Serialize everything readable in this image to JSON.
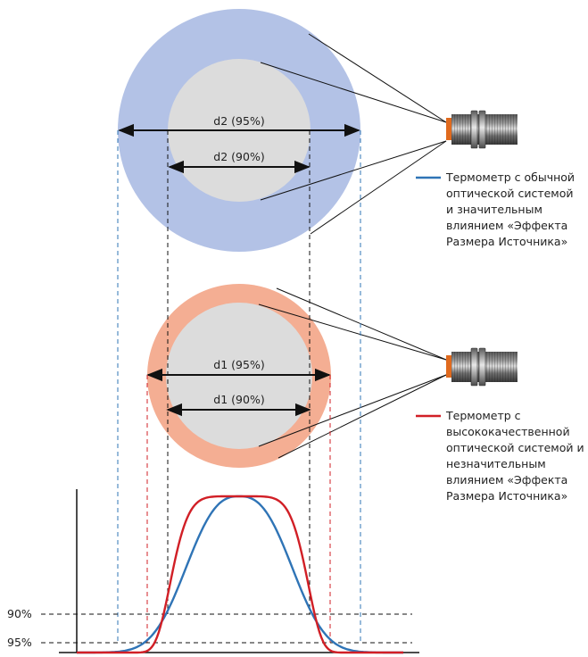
{
  "colors": {
    "blue_ring": "#b3c2e6",
    "orange_ring": "#f4ae93",
    "inner_gray": "#dcdcdc",
    "blue_curve": "#2f74b6",
    "red_curve": "#d11f26",
    "black": "#111111"
  },
  "top_spot": {
    "outer_label": "d2 (95%)",
    "inner_label": "d2 (90%)"
  },
  "bottom_spot": {
    "outer_label": "d1 (95%)",
    "inner_label": "d1 (90%)"
  },
  "legend_blue": {
    "lines": [
      "Термометр с обычной",
      "оптической системой",
      "и значительным",
      "влиянием «Эффекта",
      "Размера Источника»"
    ]
  },
  "legend_red": {
    "lines": [
      "Термометр с",
      "высококачественной",
      "оптической системой и",
      "незначительным",
      "влиянием «Эффекта",
      "Размера Источника»"
    ]
  },
  "chart_data": {
    "type": "line",
    "title": "",
    "xlabel": "",
    "ylabel": "",
    "y_levels": [
      "90%",
      "95%"
    ],
    "series": [
      {
        "color": "blue"
      },
      {
        "color": "red"
      }
    ]
  },
  "sensor_icons": [
    "thermometer-sensor-icon",
    "thermometer-sensor-icon"
  ]
}
